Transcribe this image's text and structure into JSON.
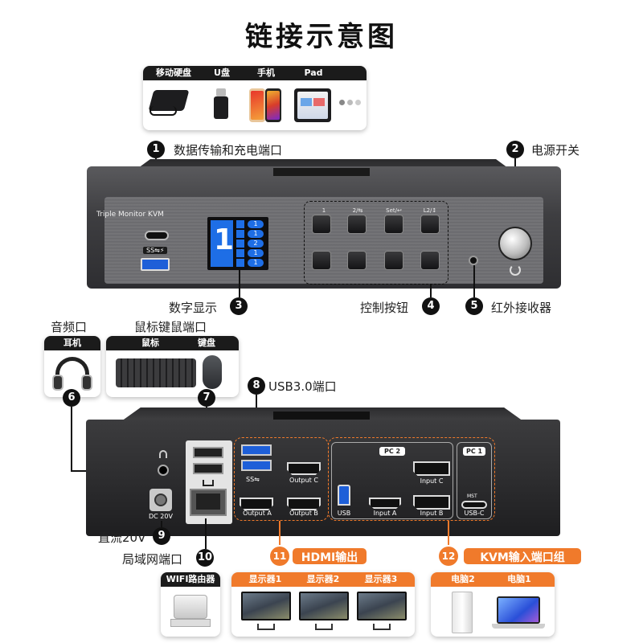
{
  "title": "链接示意图",
  "top_devices": {
    "tabs": [
      "移动硬盘",
      "U盘",
      "手机",
      "Pad"
    ]
  },
  "callouts": {
    "c1": {
      "num": "1",
      "label": "数据传输和充电端口"
    },
    "c2": {
      "num": "2",
      "label": "电源开关"
    },
    "c3": {
      "num": "3",
      "label": "数字显示"
    },
    "c4": {
      "num": "4",
      "label": "控制按钮"
    },
    "c5": {
      "num": "5",
      "label": "红外接收器"
    },
    "c6": {
      "num": "6",
      "label": "音频口"
    },
    "c7": {
      "num": "7",
      "label": "鼠标键鼠端口"
    },
    "c8": {
      "num": "8",
      "label": "USB3.0端口"
    },
    "c9": {
      "num": "9",
      "label": "直流20V"
    },
    "c10": {
      "num": "10",
      "label": "局域网端口"
    },
    "c11": {
      "num": "11",
      "label": "HDMI输出"
    },
    "c12": {
      "num": "12",
      "label": "KVM输入端口组"
    }
  },
  "front": {
    "model": "Triple Monitor KVM",
    "digit": "1",
    "usb_label": "SS⇋⚡",
    "display_rows": [
      "1",
      "1",
      "2",
      "1",
      "1"
    ],
    "button_labels_top": [
      "1",
      "2/⇆",
      "Set/↩",
      "L2/↕"
    ]
  },
  "audio_card": {
    "header": "耳机"
  },
  "mouse_kb_card": {
    "tabs": [
      "鼠标",
      "键盘"
    ]
  },
  "rear": {
    "dc_label": "DC 20V",
    "usb_logo": "SS⇋",
    "output_a": "Output A",
    "output_b": "Output B",
    "output_c": "Output C",
    "pc2_header": "PC 2",
    "pc1_header": "PC 1",
    "usb_label": "USB",
    "input_a": "Input A",
    "input_b": "Input B",
    "input_c": "Input C",
    "mst": "MST",
    "usbc": "USB-C"
  },
  "bottom": {
    "router_header": "WIFI路由器",
    "monitors": [
      "显示器1",
      "显示器2",
      "显示器3"
    ],
    "computers": [
      "电脑2",
      "电脑1"
    ]
  },
  "colors": {
    "accent_orange": "#f07a2b",
    "lcd_blue": "#1e6ee6",
    "dark": "#1b1b1b"
  }
}
